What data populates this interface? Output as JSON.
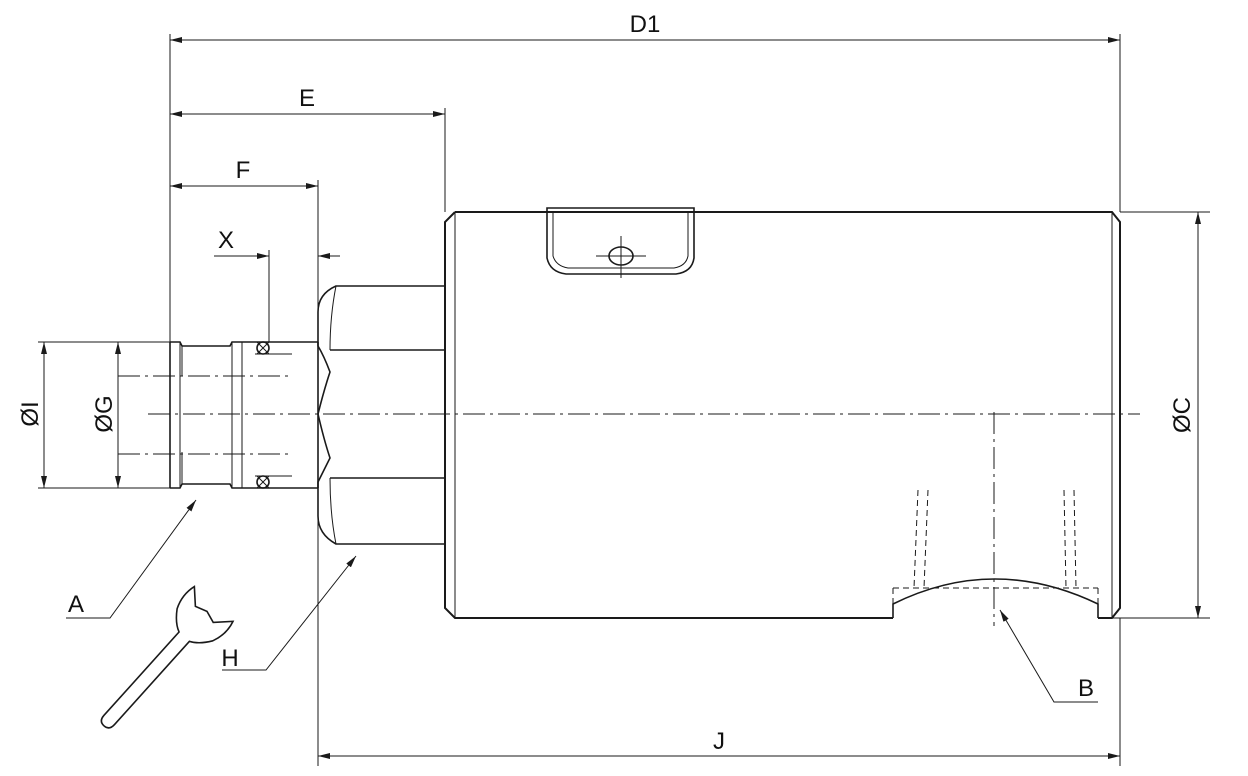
{
  "labels": {
    "d1": "D1",
    "e": "E",
    "f": "F",
    "x": "X",
    "j": "J",
    "dia_i": "ØI",
    "dia_g": "ØG",
    "dia_c": "ØC",
    "callout_a": "A",
    "callout_h": "H",
    "callout_b": "B"
  },
  "icons": {
    "wrench": "wrench-icon"
  },
  "colors": {
    "line": "#1a1a1a",
    "background": "#ffffff"
  }
}
